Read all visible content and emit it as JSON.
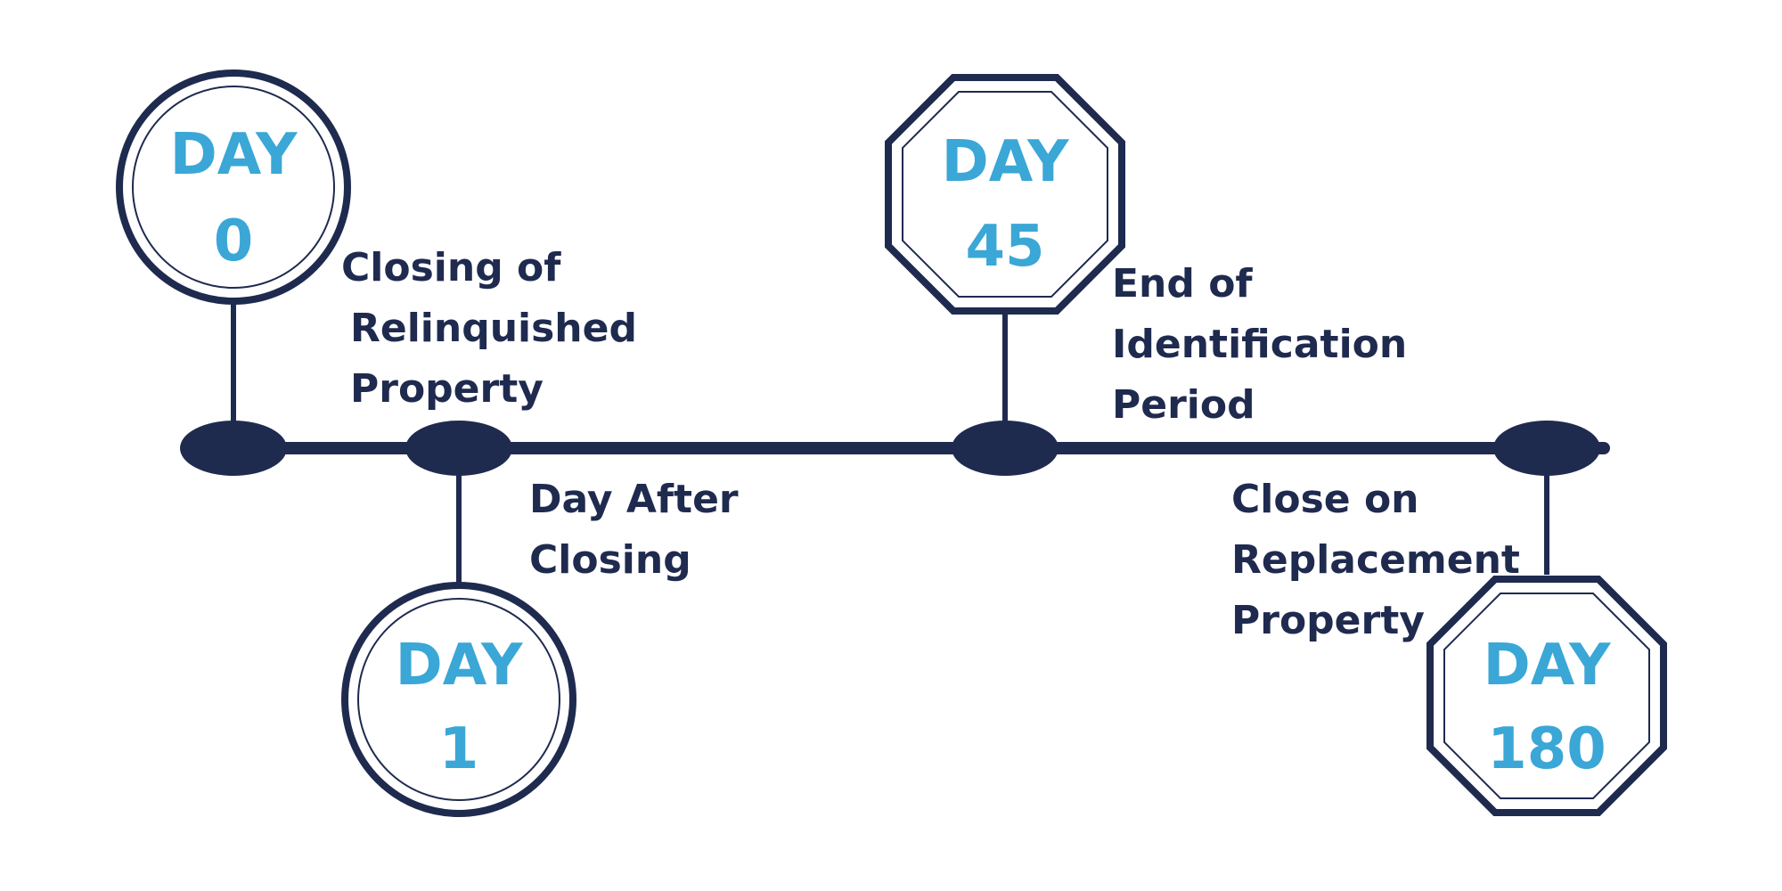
{
  "colors": {
    "navy": "#1f2a4f",
    "accent": "#3aa7d6",
    "background": "#ffffff"
  },
  "milestones": [
    {
      "id": "day-0",
      "shape": "circle",
      "title": "DAY",
      "number": "0",
      "label_lines": [
        "Closing of",
        "Relinquished",
        "Property"
      ]
    },
    {
      "id": "day-1",
      "shape": "circle",
      "title": "DAY",
      "number": "1",
      "label_lines": [
        "Day After",
        "Closing"
      ]
    },
    {
      "id": "day-45",
      "shape": "octagon",
      "title": "DAY",
      "number": "45",
      "label_lines": [
        "End of",
        "Identification",
        "Period"
      ]
    },
    {
      "id": "day-180",
      "shape": "octagon",
      "title": "DAY",
      "number": "180",
      "label_lines": [
        "Close on",
        "Replacement",
        "Property"
      ]
    }
  ]
}
